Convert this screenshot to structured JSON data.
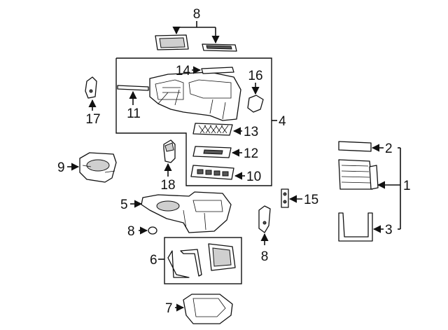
{
  "callouts": {
    "c1": "1",
    "c2": "2",
    "c3": "3",
    "c4": "4",
    "c5": "5",
    "c6": "6",
    "c7": "7",
    "c8_top": "8",
    "c8_left": "8",
    "c8_right": "8",
    "c9": "9",
    "c10": "10",
    "c11": "11",
    "c12": "12",
    "c13": "13",
    "c14": "14",
    "c15": "15",
    "c16": "16",
    "c17": "17",
    "c18": "18"
  }
}
